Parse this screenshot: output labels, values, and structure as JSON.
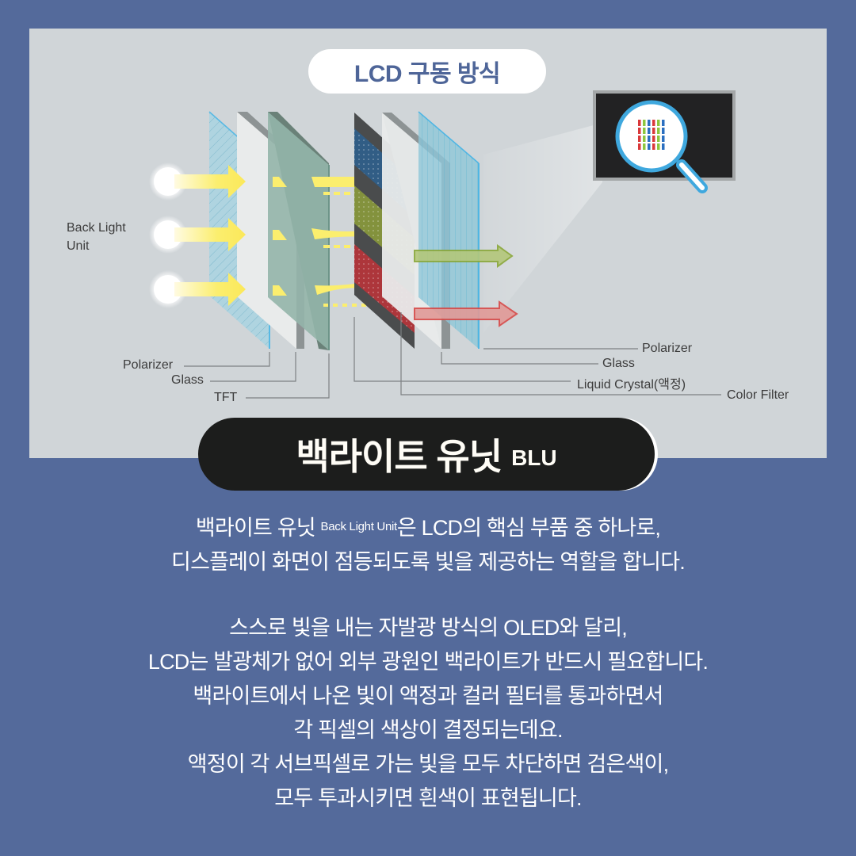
{
  "header": {
    "title": "LCD 구동 방식"
  },
  "diagram": {
    "labels": {
      "back_light_unit_line1": "Back Light",
      "back_light_unit_line2": "Unit",
      "left_polarizer": "Polarizer",
      "left_glass": "Glass",
      "tft": "TFT",
      "right_polarizer": "Polarizer",
      "right_glass": "Glass",
      "liquid_crystal": "Liquid Crystal(액정)",
      "color_filter": "Color Filter"
    },
    "layers": [
      "Polarizer",
      "Glass",
      "TFT",
      "Liquid Crystal",
      "Color Filter",
      "Glass",
      "Polarizer"
    ],
    "colors": {
      "light": "#fbee6e",
      "polarizer": "#9fd3e6",
      "tft": "#8fb3a7",
      "filter_blue": "#2f5f8c",
      "filter_green": "#8a9a3c",
      "filter_red": "#b8343a",
      "output_green": "#9ab94a",
      "output_red": "#d9504f",
      "magnifier": "#3fa8de"
    },
    "icons": [
      "light-source-icon",
      "magnifier-icon",
      "monitor-icon"
    ]
  },
  "section": {
    "heading": "백라이트 유닛",
    "heading_sub": "BLU"
  },
  "body": {
    "p1_line1_a": "백라이트 유닛",
    "p1_line1_sup": "Back Light Unit",
    "p1_line1_b": "은 LCD의 핵심 부품 중 하나로,",
    "p1_line2": "디스플레이 화면이 점등되도록 빛을 제공하는 역할을 합니다.",
    "p2_lines": [
      "스스로 빛을 내는 자발광 방식의 OLED와 달리,",
      "LCD는 발광체가 없어 외부 광원인 백라이트가 반드시 필요합니다.",
      "백라이트에서 나온 빛이 액정과 컬러 필터를 통과하면서",
      "각 픽셀의 색상이 결정되는데요.",
      "액정이 각 서브픽셀로 가는 빛을 모두 차단하면 검은색이,",
      "모두 투과시키면 흰색이 표현됩니다."
    ]
  },
  "theme": {
    "background": "#546a9b",
    "panel": "#d0d5d8",
    "title_text": "#4e6598",
    "heading_bg": "#1c1d1c"
  }
}
